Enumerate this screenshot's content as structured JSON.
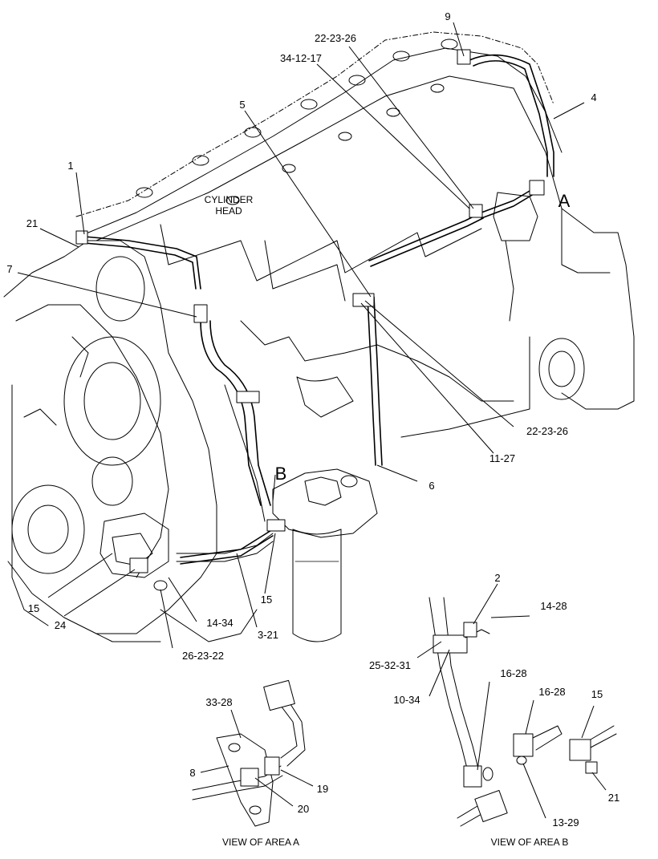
{
  "diagram": {
    "engine_label": [
      "CYLINDER",
      "HEAD"
    ],
    "area_markers": {
      "a": "A",
      "b": "B"
    },
    "callouts": {
      "c1": "1",
      "c2": "2",
      "c3_21": "3-21",
      "c4": "4",
      "c5": "5",
      "c6": "6",
      "c7": "7",
      "c8": "8",
      "c9": "9",
      "c10_34": "10-34",
      "c11_27": "11-27",
      "c13_29": "13-29",
      "c14_28": "14-28",
      "c14_34": "14-34",
      "c15_a": "15",
      "c15_b": "15",
      "c15_c": "15",
      "c16_28_a": "16-28",
      "c16_28_b": "16-28",
      "c19": "19",
      "c20": "20",
      "c21_a": "21",
      "c21_b": "21",
      "c22_23_26_a": "22-23-26",
      "c22_23_26_b": "22-23-26",
      "c24": "24",
      "c25_32_31": "25-32-31",
      "c26_23_22": "26-23-22",
      "c33_28": "33-28",
      "c34_12_17": "34-12-17"
    },
    "captions": {
      "view_a": "VIEW OF AREA A",
      "view_b": "VIEW OF AREA B"
    }
  }
}
